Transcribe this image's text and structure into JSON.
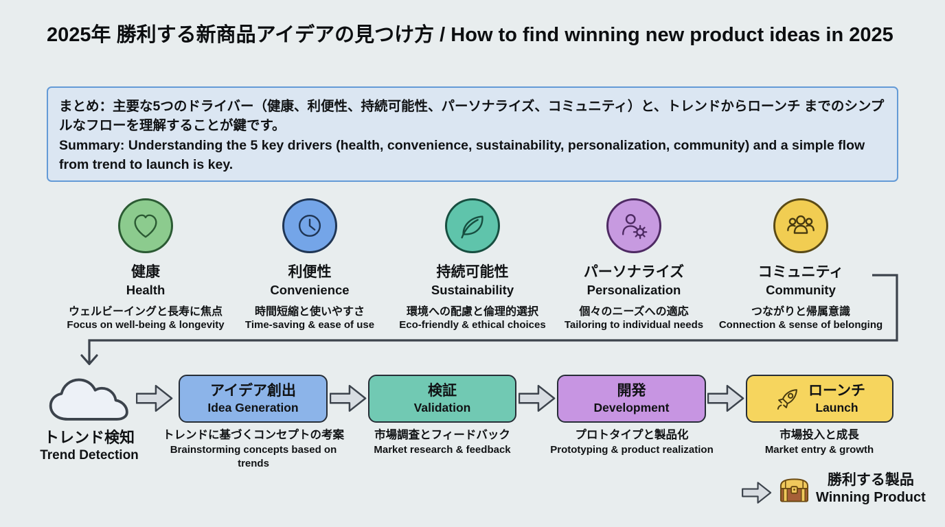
{
  "title": "2025年 勝利する新商品アイデアの見つけ方 / How to find winning new product ideas in 2025",
  "summary": {
    "jp": "まとめ：主要な5つのドライバー（健康、利便性、持続可能性、パーソナライズ、コミュニティ）と、トレンドからローンチ までのシンプルなフローを理解することが鍵です。",
    "en": "Summary: Understanding the 5 key drivers (health, convenience, sustainability, personalization, community) and a simple flow from trend to launch is key."
  },
  "drivers": [
    {
      "name_jp": "健康",
      "name_en": "Health",
      "desc_jp": "ウェルビーイングと長寿に焦点",
      "desc_en": "Focus on well-being & longevity",
      "icon": "heart-icon",
      "circle_fill": "#8ccb8e",
      "circle_stroke": "#2b5a33"
    },
    {
      "name_jp": "利便性",
      "name_en": "Convenience",
      "desc_jp": "時間短縮と使いやすさ",
      "desc_en": "Time-saving & ease of use",
      "icon": "clock-icon",
      "circle_fill": "#74a5e8",
      "circle_stroke": "#1f3554"
    },
    {
      "name_jp": "持続可能性",
      "name_en": "Sustainability",
      "desc_jp": "環境への配慮と倫理的選択",
      "desc_en": "Eco-friendly & ethical choices",
      "icon": "leaf-icon",
      "circle_fill": "#5fc4ab",
      "circle_stroke": "#174e40"
    },
    {
      "name_jp": "パーソナライズ",
      "name_en": "Personalization",
      "desc_jp": "個々のニーズへの適応",
      "desc_en": "Tailoring to individual needs",
      "icon": "person-gear-icon",
      "circle_fill": "#c79ae0",
      "circle_stroke": "#4e2a63"
    },
    {
      "name_jp": "コミュニティ",
      "name_en": "Community",
      "desc_jp": "つながりと帰属意識",
      "desc_en": "Connection & sense of belonging",
      "icon": "people-icon",
      "circle_fill": "#f1cd52",
      "circle_stroke": "#5a4a16"
    }
  ],
  "flow": {
    "source": {
      "name_jp": "トレンド検知",
      "name_en": "Trend Detection",
      "icon": "cloud-icon"
    },
    "steps": [
      {
        "name_jp": "アイデア創出",
        "name_en": "Idea Generation",
        "desc_jp": "トレンドに基づくコンセプトの考案",
        "desc_en": "Brainstorming concepts based on trends",
        "fill": "#8cb4e9"
      },
      {
        "name_jp": "検証",
        "name_en": "Validation",
        "desc_jp": "市場調査とフィードバック",
        "desc_en": "Market research & feedback",
        "fill": "#71c9b3"
      },
      {
        "name_jp": "開発",
        "name_en": "Development",
        "desc_jp": "プロトタイプと製品化",
        "desc_en": "Prototyping & product realization",
        "fill": "#c795e2"
      },
      {
        "name_jp": "ローンチ",
        "name_en": "Launch",
        "desc_jp": "市場投入と成長",
        "desc_en": "Market entry & growth",
        "fill": "#f6d55e",
        "icon": "rocket-icon"
      }
    ],
    "result": {
      "name_jp": "勝利する製品",
      "name_en": "Winning Product",
      "icon": "treasure-chest-icon"
    }
  },
  "colors": {
    "background": "#e8edee",
    "text": "#101214",
    "summary_bg": "#dbe6f2",
    "summary_border": "#639ad6",
    "box_border": "#262d36",
    "block_arrow_fill": "#d8dde2",
    "block_arrow_stroke": "#3c434c",
    "connector": "#3c434c",
    "cloud_fill": "#edf1f7"
  }
}
